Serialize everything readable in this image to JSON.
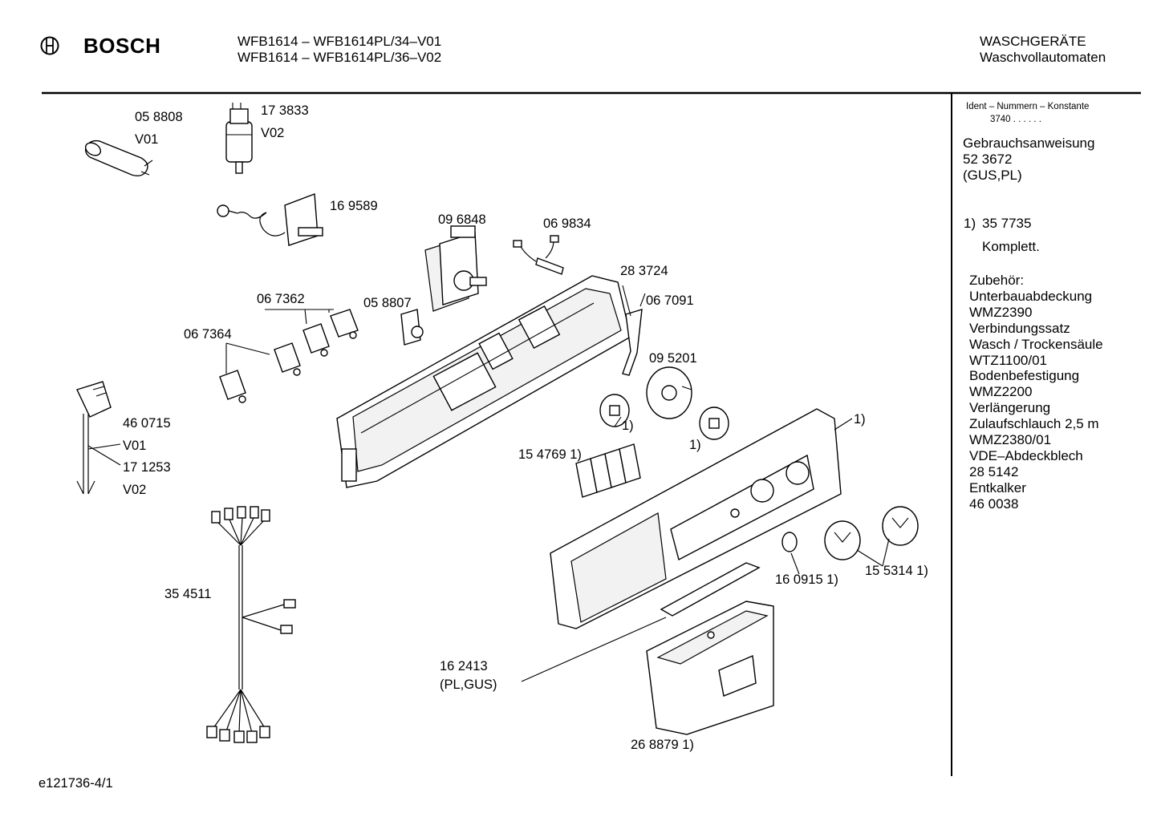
{
  "header": {
    "brand": "BOSCH",
    "model_line_1": "WFB1614 – WFB1614PL/34–V01",
    "model_line_2": "WFB1614 – WFB1614PL/36–V02",
    "category_line_1": "WASCHGERÄTE",
    "category_line_2": "Waschvollautomaten"
  },
  "footer": {
    "drawing_id": "e121736-4/1"
  },
  "side_panel": {
    "ident_title": "Ident – Nummern – Konstante",
    "ident_value": "3740 . . . . . .",
    "manual_title": "Gebrauchsanweisung",
    "manual_number": "52 3672",
    "manual_variants": "(GUS,PL)",
    "note_ref": "1)",
    "note_number": "35 7735",
    "note_text": "Komplett.",
    "accessories": [
      "Zubehör:",
      "Unterbauabdeckung",
      "WMZ2390",
      "Verbindungssatz",
      "Wasch / Trockensäule",
      "WTZ1100/01",
      "Bodenbefestigung",
      "WMZ2200",
      "Verlängerung",
      "Zulaufschlauch 2,5 m",
      "WMZ2380/01",
      "VDE–Abdeckblech",
      "28 5142",
      "Entkalker",
      "46 0038"
    ]
  },
  "parts": {
    "p058808": "05 8808",
    "p058808_v": "V01",
    "p173833": "17 3833",
    "p173833_v": "V02",
    "p169589": "16 9589",
    "p096848": "09 6848",
    "p069834": "06 9834",
    "p283724": "28 3724",
    "p067091": "06 7091",
    "p067362": "06 7362",
    "p058807": "05 8807",
    "p067364": "06 7364",
    "p095201": "09 5201",
    "p460715": "46 0715",
    "p460715_v": "V01",
    "p171253": "17 1253",
    "p171253_v": "V02",
    "p154769": "15 4769 1)",
    "note_a": "1)",
    "note_b": "1)",
    "note_c": "1)",
    "p354511": "35 4511",
    "p160915": "16 0915 1)",
    "p155314": "15 5314 1)",
    "p162413": "16 2413",
    "p162413_v": "(PL,GUS)",
    "p268879": "26 8879 1)"
  }
}
